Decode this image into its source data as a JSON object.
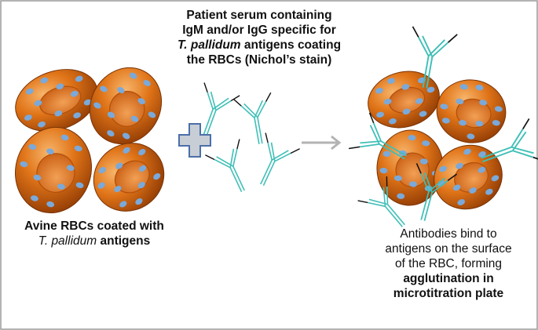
{
  "colors": {
    "frame": "#9a9a9a",
    "rbc_light": "#f4a85a",
    "rbc_mid": "#dc6a16",
    "rbc_dark": "#9a3f05",
    "antigen_dot": "#7aa9da",
    "antibody": "#3fbfb7",
    "antibody_tip": "#111111",
    "plus_fill": "#c8ced6",
    "plus_stroke": "#4b6fa8",
    "arrow": "#b3b3b3"
  },
  "captions": {
    "top": {
      "line1": "Patient serum containing",
      "line2": "IgM and/or IgG specific for",
      "line3_italic": "T. pallidum",
      "line3_rest": " antigens coating",
      "line4": "the RBCs (Nichol’s stain)"
    },
    "left": {
      "line1": "Avine RBCs coated with",
      "line2_italic": "T. pallidum",
      "line2_bold": " antigens"
    },
    "right": {
      "line1": "Antibodies bind to",
      "line2": "antigens on the surface",
      "line3": "of the RBC, forming",
      "line4_bold": "agglutination in",
      "line5_bold": "microtitration plate"
    }
  },
  "icons": {
    "plus": "plus-icon",
    "arrow": "right-arrow-icon",
    "cell": "red-blood-cell-icon",
    "antibody": "antibody-y-icon"
  }
}
